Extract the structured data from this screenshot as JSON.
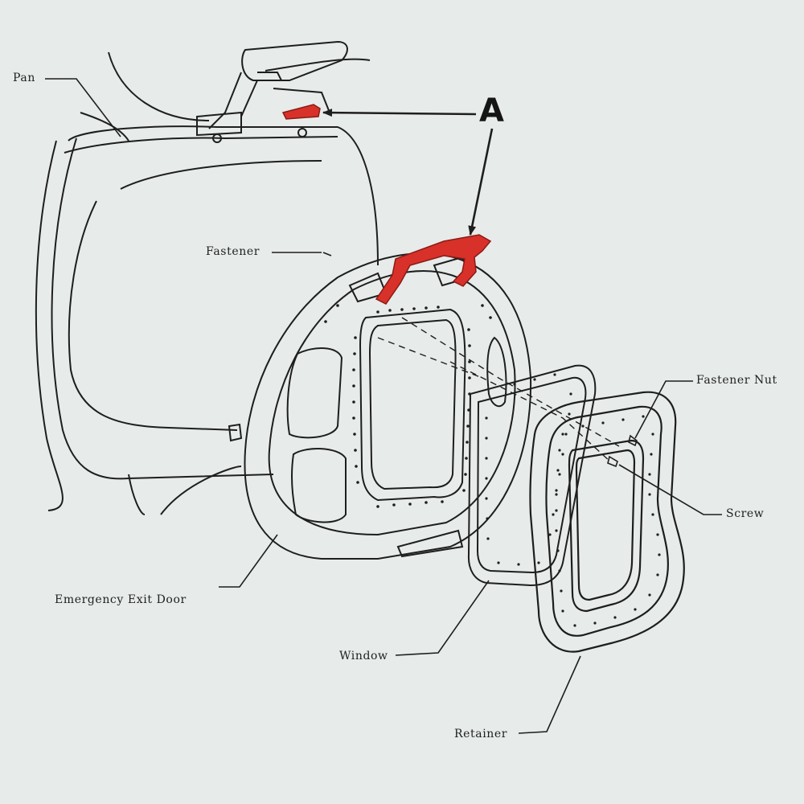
{
  "diagram": {
    "labels": {
      "pan": "Pan",
      "fastener": "Fastener",
      "fastener_nut": "Fastener Nut",
      "screw": "Screw",
      "emergency_exit_door": "Emergency Exit Door",
      "window": "Window",
      "retainer": "Retainer",
      "callout_a": "A"
    },
    "colors": {
      "paper": "#e7ebea",
      "line": "#1e1e1e",
      "highlight": "#d8312a"
    }
  }
}
